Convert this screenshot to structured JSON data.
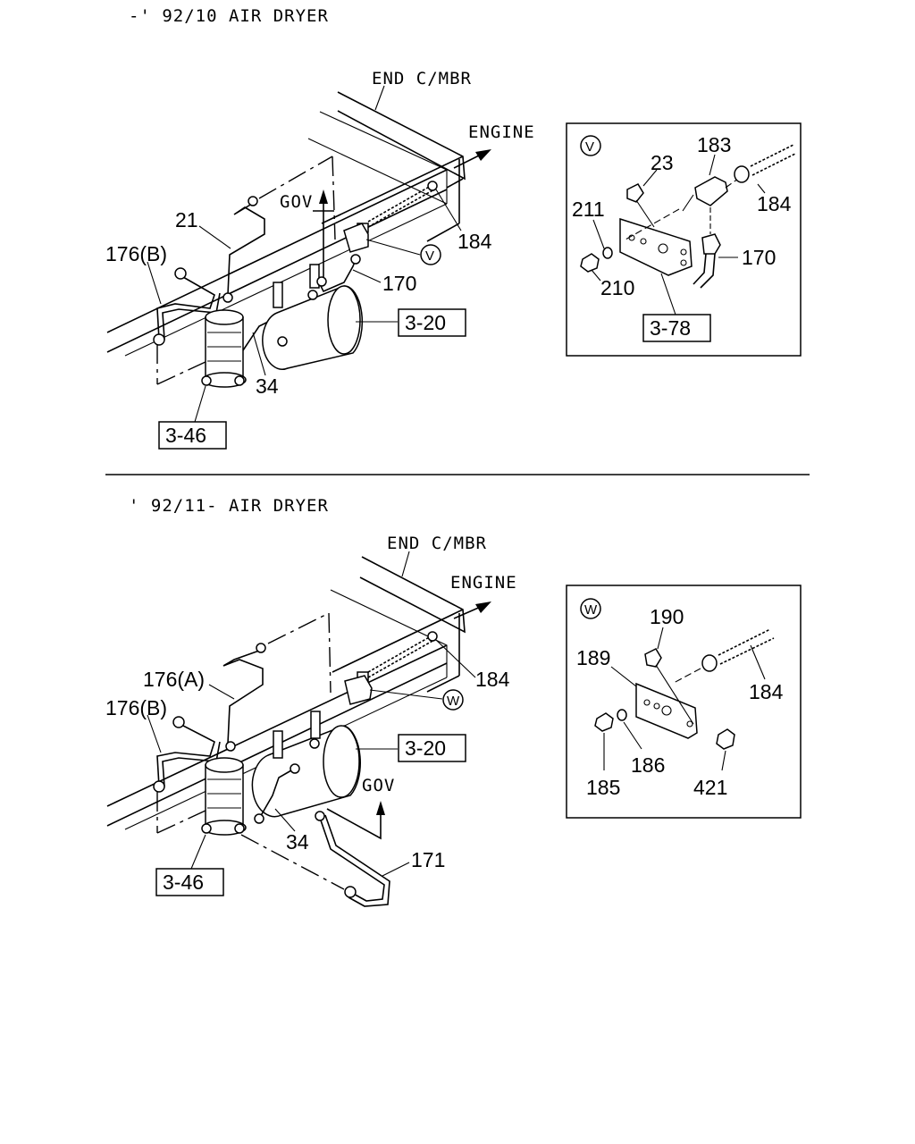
{
  "top_section": {
    "title": "-' 92/10 AIR DRYER",
    "end_member": "END C/MBR",
    "engine": "ENGINE",
    "gov": "GOV",
    "parts": {
      "p21": "21",
      "p176b": "176(B)",
      "p184": "184",
      "p170": "170",
      "p34": "34"
    },
    "view_marker": "V",
    "refs": {
      "r320": "3-20",
      "r346": "3-46"
    },
    "detail": {
      "marker": "V",
      "p23": "23",
      "p183": "183",
      "p184": "184",
      "p211": "211",
      "p170": "170",
      "p210": "210",
      "ref": "3-78"
    }
  },
  "bottom_section": {
    "title": "' 92/11- AIR DRYER",
    "end_member": "END C/MBR",
    "engine": "ENGINE",
    "gov": "GOV",
    "parts": {
      "p176a": "176(A)",
      "p176b": "176(B)",
      "p184": "184",
      "p34": "34",
      "p171": "171"
    },
    "view_marker": "W",
    "refs": {
      "r320": "3-20",
      "r346": "3-46"
    },
    "detail": {
      "marker": "W",
      "p190": "190",
      "p189": "189",
      "p184": "184",
      "p185": "185",
      "p186": "186",
      "p421": "421"
    }
  }
}
